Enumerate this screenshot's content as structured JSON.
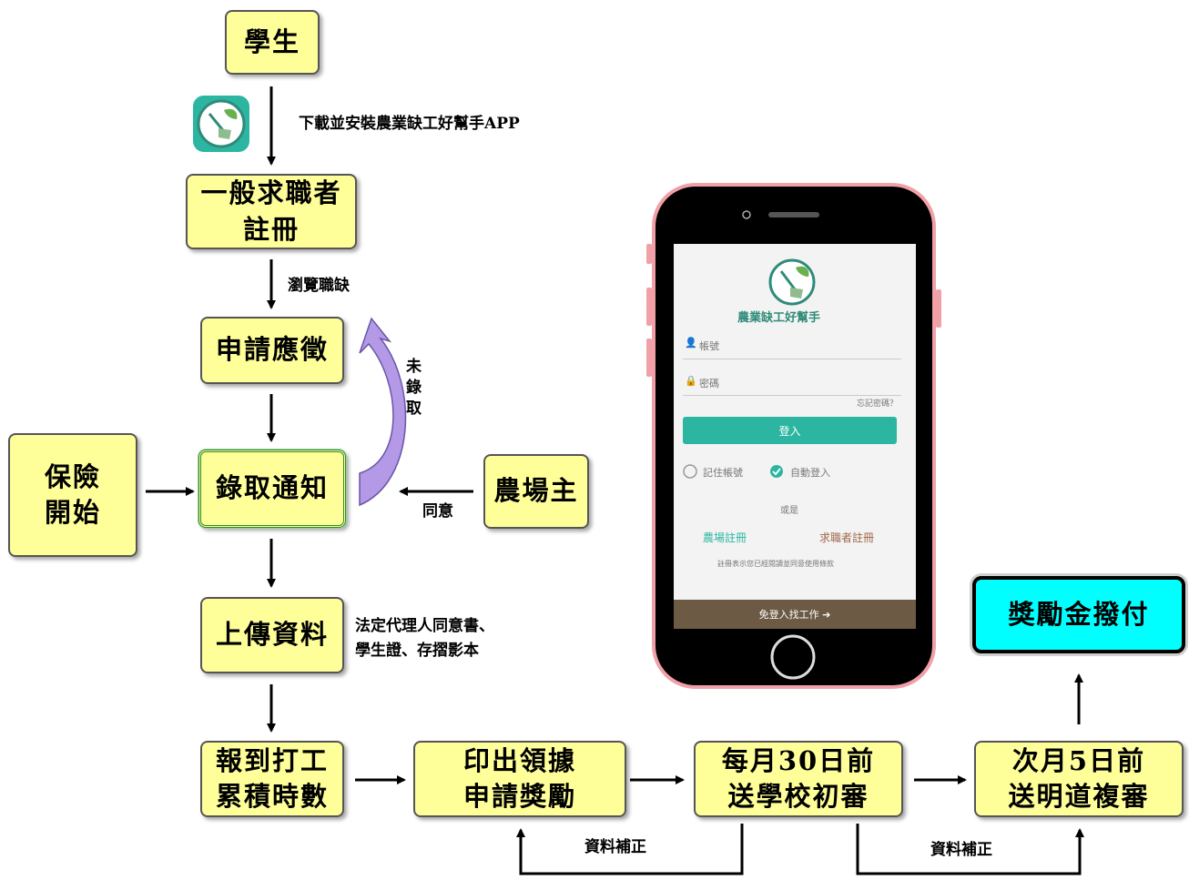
{
  "nodes": {
    "student": "學生",
    "register": "一般求職者\n註冊",
    "apply": "申請應徵",
    "admit": "錄取通知",
    "insurance": "保險\n開始",
    "farmer": "農場主",
    "upload": "上傳資料",
    "work": "報到打工\n累積時數",
    "print": "印出領據\n申請獎勵",
    "school": "每月30日前\n送學校初審",
    "review": "次月5日前\n送明道複審",
    "pay": "獎勵金撥付"
  },
  "labels": {
    "download": "下載並安裝農業缺工好幫手APP",
    "browse": "瀏覽職缺",
    "not_admitted": "未\n錄\n取",
    "agree": "同意",
    "docs": "法定代理人同意書、\n學生證、存摺影本",
    "correction1": "資料補正",
    "correction2": "資料補正"
  },
  "app": {
    "name": "農業缺工好幫手",
    "account_placeholder": "帳號",
    "password_placeholder": "密碼",
    "forgot": "忘記密碼？",
    "login_button": "登入",
    "remember": "記住帳號",
    "auto_login": "自動登入",
    "or": "或是",
    "farm_register": "農場註冊",
    "seeker_register": "求職者註冊",
    "notice": "註冊表示您已經閱讀並同意使用條款",
    "guest": "免登入找工作 ➔"
  },
  "colors": {
    "box": "#ffff99",
    "pay_box": "#00ffff",
    "curved_arrow": "#b399e6",
    "teal": "#2cb5a0",
    "brown": "#6d5a44"
  }
}
